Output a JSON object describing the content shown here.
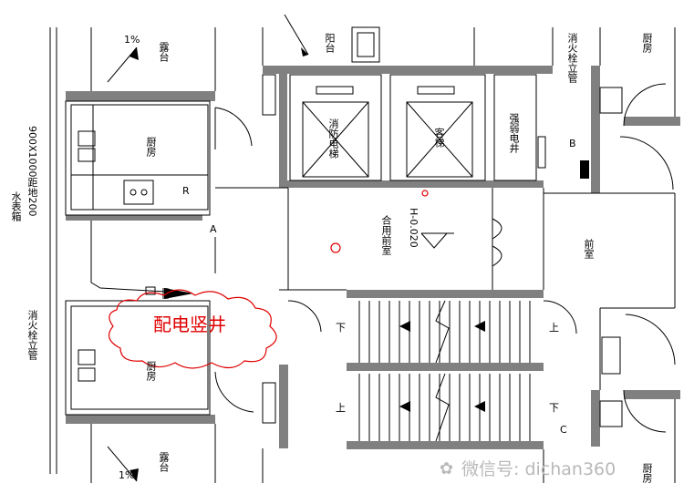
{
  "labels": {
    "balcony_top": "阳台",
    "terrace_top": "露台",
    "terrace_bottom": "露台",
    "kitchen_top_left": "厨房",
    "kitchen_bottom_left": "厨房",
    "kitchen_right_top": "厨房",
    "kitchen_right_bottom": "厨房",
    "fire_elevator": "消防电梯",
    "passenger_elevator": "客梯",
    "weak_current_shaft": "强弱电井",
    "shared_lobby": "合用前室",
    "elevation": "H-0.020",
    "front_room": "前室",
    "water_meter": "水表箱",
    "water_meter_dim": "900X1000距地200",
    "hydrant_riser_left": "消火栓立管",
    "hydrant_riser_top": "消火栓立管",
    "mark_a": "A",
    "mark_b": "B",
    "mark_c": "C",
    "mark_r": "R",
    "slope_top": "1%",
    "slope_bottom": "1%",
    "stair_down_1": "下",
    "stair_up_1": "上",
    "stair_up_2": "上",
    "stair_down_2": "下"
  },
  "callout": {
    "text": "配电竖井",
    "color": "#e00000"
  },
  "watermark": {
    "text": "微信号: dichan360"
  },
  "colors": {
    "wall": "#808080",
    "line": "#000000",
    "accent": "#e00000"
  }
}
